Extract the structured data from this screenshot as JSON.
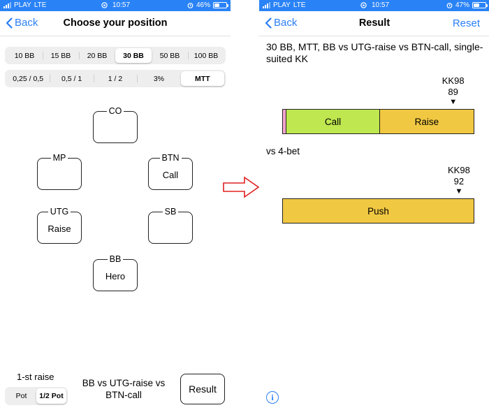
{
  "status_left": {
    "carrier": "PLAY",
    "network": "LTE",
    "time": "10:57",
    "battery": "46%",
    "battery_level": 0.46
  },
  "status_right": {
    "carrier": "PLAY",
    "network": "LTE",
    "time": "10:57",
    "battery": "47%",
    "battery_level": 0.47
  },
  "position_screen": {
    "back_label": "Back",
    "title": "Choose your position",
    "stack_options": [
      "10 BB",
      "15 BB",
      "20 BB",
      "30 BB",
      "50 BB",
      "100 BB"
    ],
    "stack_selected": "30 BB",
    "format_options": [
      "0,25 / 0,5",
      "0,5 / 1",
      "1 / 2",
      "3%",
      "MTT"
    ],
    "format_selected": "MTT",
    "seats": {
      "co": {
        "name": "CO",
        "action": ""
      },
      "mp": {
        "name": "MP",
        "action": ""
      },
      "btn": {
        "name": "BTN",
        "action": "Call"
      },
      "utg": {
        "name": "UTG",
        "action": "Raise"
      },
      "sb": {
        "name": "SB",
        "action": ""
      },
      "bb": {
        "name": "BB",
        "action": "Hero"
      }
    },
    "raise_label": "1-st raise",
    "pot_options": [
      "Pot",
      "1/2 Pot"
    ],
    "pot_selected": "1/2 Pot",
    "scenario": "BB vs UTG-raise vs BTN-call",
    "result_button": "Result"
  },
  "result_screen": {
    "back_label": "Back",
    "title": "Result",
    "reset_label": "Reset",
    "description": "30 BB, MTT, BB vs UTG-raise vs BTN-call, single-suited KK",
    "vs_label": "vs 4-bet",
    "colors": {
      "call": "#bfe74f",
      "raise": "#f1c842",
      "fold_sliver": "#f3a5cf",
      "accent": "#2a7ff6"
    },
    "bar1": {
      "marker_hand": "KK98",
      "marker_value": "89",
      "marker_position_percent": 89,
      "segments": [
        {
          "key": "fold",
          "label": "",
          "percent": 1.5,
          "color": "#f3a5cf"
        },
        {
          "key": "call",
          "label": "Call",
          "percent": 49,
          "color": "#bfe74f"
        },
        {
          "key": "raise",
          "label": "Raise",
          "percent": 49.5,
          "color": "#f1c842"
        }
      ]
    },
    "bar2": {
      "marker_hand": "KK98",
      "marker_value": "92",
      "marker_position_percent": 92,
      "segments": [
        {
          "key": "push",
          "label": "Push",
          "percent": 100,
          "color": "#f1c842"
        }
      ]
    },
    "info_icon": "info-icon"
  }
}
